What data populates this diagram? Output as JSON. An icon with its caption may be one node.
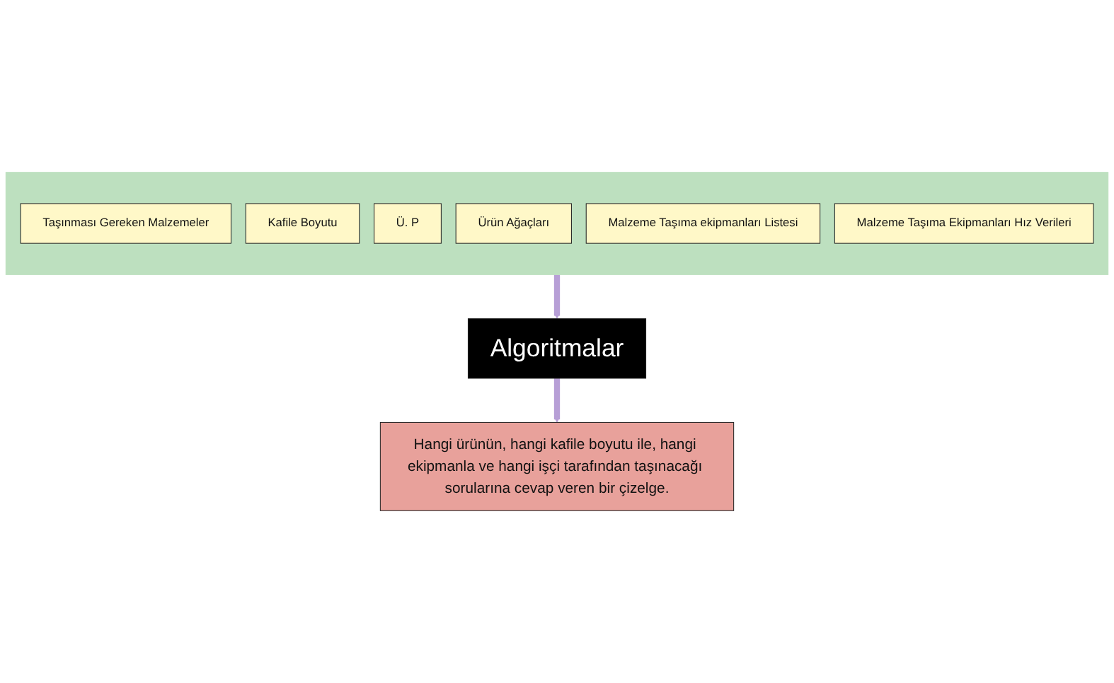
{
  "diagram": {
    "nodes": [
      {
        "text": [],
        "shape": "band"
      },
      {
        "text": [
          "Taşınması Gereken Malzemeler"
        ],
        "in": 0
      },
      {
        "text": [
          "Kafile Boyutu"
        ],
        "in": 0
      },
      {
        "text": [
          "Ü. P"
        ],
        "in": 0
      },
      {
        "text": [
          "Ürün Ağaçları"
        ],
        "in": 0
      },
      {
        "text": [
          "Malzeme Taşıma ekipmanları Listesi"
        ],
        "in": 0
      },
      {
        "text": [
          "Malzeme Taşıma Ekipmanları Hız Verileri"
        ],
        "in": 0
      },
      {
        "text": [
          "Algoritmalar"
        ]
      },
      {
        "text": [
          "Hangi ürünün, hangi kafile boyutu ile, hangi ekipmanla ve hangi işçi tarafından taşınacağı sorularına cevap veren bir çizelge."
        ]
      }
    ],
    "edges": [
      {
        "from": 0,
        "to": 7,
        "arrow": "to"
      },
      {
        "from": 7,
        "to": 8,
        "arrow": "to"
      }
    ]
  }
}
